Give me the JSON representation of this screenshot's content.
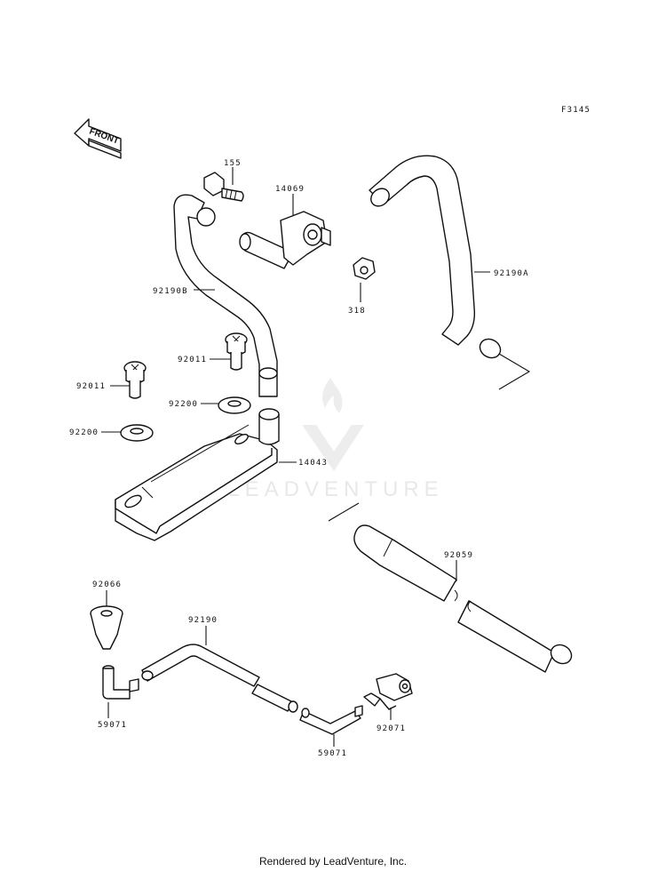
{
  "diagram": {
    "figure_code": "F3145",
    "front_label": "FRONT",
    "watermark": "LEADVENTURE",
    "parts": {
      "p155": "155",
      "p14069": "14069",
      "p92190A": "92190A",
      "p92190B": "92190B",
      "p318": "318",
      "p92011_upper": "92011",
      "p92011_lower": "92011",
      "p92200_upper": "92200",
      "p92200_lower": "92200",
      "p14043": "14043",
      "p92059": "92059",
      "p92066": "92066",
      "p92190": "92190",
      "p59071_left": "59071",
      "p59071_right": "59071",
      "p92071": "92071"
    }
  },
  "footer": {
    "text": "Rendered by LeadVenture, Inc."
  }
}
